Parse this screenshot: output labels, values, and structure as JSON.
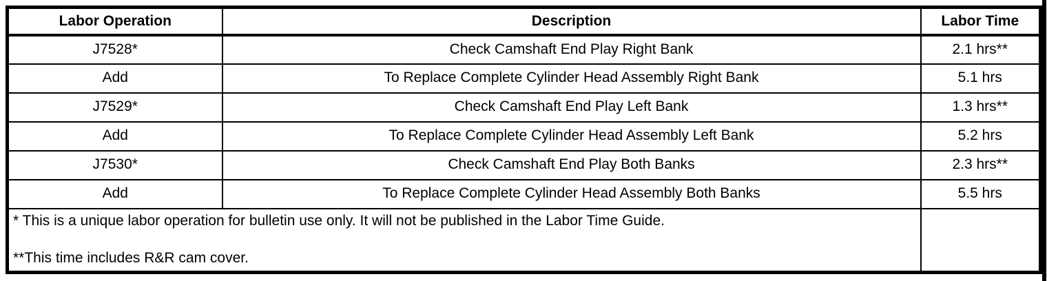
{
  "table": {
    "headers": [
      "Labor Operation",
      "Description",
      "Labor Time"
    ],
    "rows": [
      {
        "operation": "J7528*",
        "description": "Check Camshaft End Play Right Bank",
        "time": "2.1 hrs**"
      },
      {
        "operation": "Add",
        "description": "To Replace Complete Cylinder Head Assembly Right Bank",
        "time": "5.1 hrs"
      },
      {
        "operation": "J7529*",
        "description": "Check Camshaft End Play Left Bank",
        "time": "1.3 hrs**"
      },
      {
        "operation": "Add",
        "description": "To Replace Complete Cylinder Head Assembly Left Bank",
        "time": "5.2 hrs"
      },
      {
        "operation": "J7530*",
        "description": "Check Camshaft End Play Both Banks",
        "time": "2.3 hrs**"
      },
      {
        "operation": "Add",
        "description": "To Replace Complete Cylinder Head Assembly Both Banks",
        "time": "5.5 hrs"
      }
    ],
    "footnotes": [
      "* This is a unique labor operation for bulletin use only. It will not be published in the Labor Time Guide.",
      "**This time includes R&R cam cover."
    ],
    "colors": {
      "border": "#000000",
      "background": "#ffffff",
      "text": "#000000"
    }
  }
}
